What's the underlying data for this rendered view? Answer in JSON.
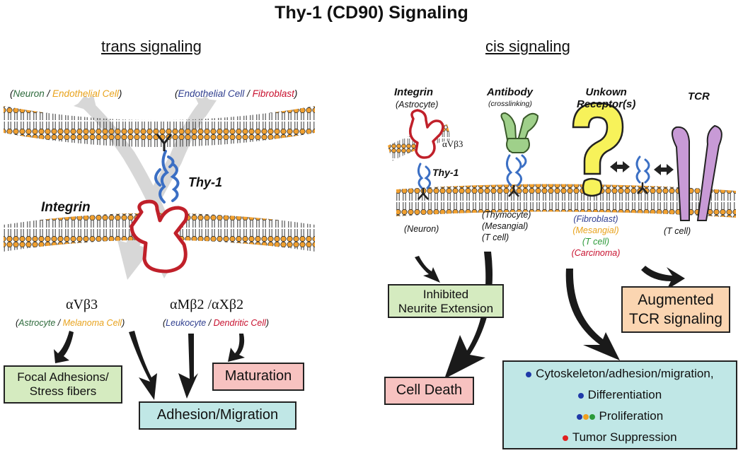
{
  "title": "Thy-1 (CD90) Signaling",
  "trans": {
    "heading": "trans signaling",
    "cell_left": [
      "(",
      "Neuron",
      " / ",
      "Endothelial Cell",
      ")"
    ],
    "cell_right": [
      "(",
      "Endothelial Cell",
      " / ",
      "Fibroblast",
      ")"
    ],
    "thy1": "Thy-1",
    "integrin": "Integrin",
    "avb3": "αVβ3",
    "amb2": "αMβ2 /αXβ2",
    "avb3_cells": [
      "(",
      "Astrocyte",
      " / ",
      "Melanoma Cell",
      ")"
    ],
    "amb2_cells": [
      "(",
      "Leukocyte",
      " / ",
      "Dendritic Cell",
      ")"
    ],
    "focal": [
      "Focal Adhesions/",
      "Stress fibers"
    ],
    "maturation": "Maturation",
    "adhesion": "Adhesion/Migration"
  },
  "cis": {
    "heading": "cis signaling",
    "integrin": "Integrin",
    "integrin_sub": "(Astrocyte)",
    "antibody": "Antibody",
    "antibody_sub": "(crosslinking)",
    "unknown": [
      "Unkown",
      "Receptor(s)"
    ],
    "tcr": "TCR",
    "avb3": "αVβ3",
    "thy1": "Thy-1",
    "neuron": "(Neuron)",
    "antibody_cells": [
      "(Thymocyte)",
      "(Mesangial)",
      "(T cell)"
    ],
    "unknown_cells": [
      "(Fibroblast)",
      "(Mesangial)",
      "(T cell)",
      "(Carcinoma)"
    ],
    "tcell": "(T cell)",
    "neurite": [
      "Inhibited",
      "Neurite Extension"
    ],
    "celldeath": "Cell Death",
    "augmented": [
      "Augmented",
      "TCR signaling"
    ],
    "outcomes": [
      "Cytoskeleton/adhesion/migration,",
      "Differentiation",
      "Proliferation",
      "Tumor Suppression"
    ]
  },
  "colors": {
    "green_text": "#2e6b3c",
    "orange_text": "#e8a21b",
    "blue_text": "#2f3e8f",
    "red_text": "#c8102e",
    "thy1_blue": "#3b6fc4",
    "integrin_red": "#c0202a",
    "antibody_green": "#9fd08a",
    "unknown_yellow": "#f7f25a",
    "tcr_purple": "#c89ad6",
    "membrane_orange": "#f0a030",
    "dot_blue": "#1f3aa8",
    "dot_orange": "#f0a020",
    "dot_green": "#2a9a3a",
    "dot_red": "#e02020"
  }
}
